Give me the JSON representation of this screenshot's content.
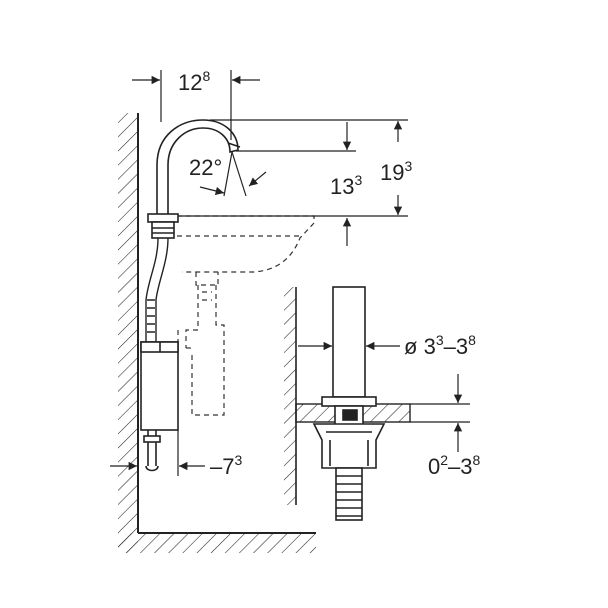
{
  "colors": {
    "line": "#222222",
    "hidden_line": "#333333",
    "background": "#ffffff"
  },
  "labels": {
    "spout_reach": {
      "base": "12",
      "sup": "8"
    },
    "spout_angle": "22°",
    "spout_height": {
      "base": "13",
      "sup": "3"
    },
    "total_height": {
      "base": "19",
      "sup": "3"
    },
    "box_depth": {
      "base": "7",
      "sup": "3"
    },
    "hole_diameter": {
      "prefix": "ø ",
      "min_base": "3",
      "min_sup": "3",
      "sep": "–",
      "max_base": "3",
      "max_sup": "8"
    },
    "deck_thickness": {
      "min_base": "0",
      "min_sup": "2",
      "sep": "–",
      "max_base": "3",
      "max_sup": "8"
    }
  }
}
